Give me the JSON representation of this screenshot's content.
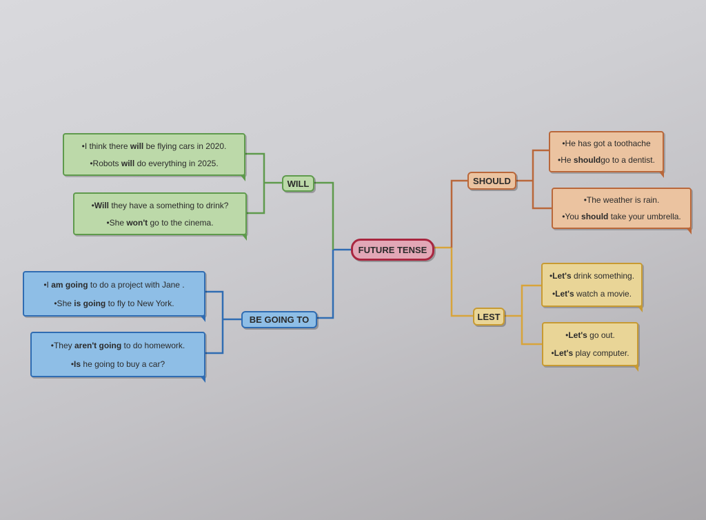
{
  "central": {
    "label": "FUTURE TENSE",
    "color": "#a8263f"
  },
  "branches": {
    "will": {
      "label": "WILL",
      "color": "#5e9a4c",
      "groups": [
        {
          "lines": [
            {
              "pre": "•I think there ",
              "bold": "will",
              "post": " be flying cars in 2020."
            },
            {
              "pre": "•Robots ",
              "bold": "will",
              "post": " do everything in 2025."
            }
          ]
        },
        {
          "lines": [
            {
              "pre": "•",
              "bold": "Will",
              "post": " they have a something to drink?"
            },
            {
              "pre": "•She ",
              "bold": "won't",
              "post": " go to the cinema."
            }
          ]
        }
      ]
    },
    "going": {
      "label": "BE GOING TO",
      "color": "#2f6cb2",
      "groups": [
        {
          "lines": [
            {
              "pre": "•I ",
              "bold": "am going",
              "post": " to do a project with Jane ."
            },
            {
              "pre": "•She ",
              "bold": "is going",
              "post": " to fly to New York."
            }
          ]
        },
        {
          "lines": [
            {
              "pre": "•They ",
              "bold": "aren't going",
              "post": " to do homework."
            },
            {
              "pre": "•",
              "bold": "Is",
              "post": " he going to buy a car?"
            }
          ]
        }
      ]
    },
    "should": {
      "label": "SHOULD",
      "color": "#b9673a",
      "groups": [
        {
          "lines": [
            {
              "pre": "•He has got a toothache",
              "bold": "",
              "post": ""
            },
            {
              "pre": "•He ",
              "bold": "should",
              "post": "go to a dentist."
            }
          ]
        },
        {
          "lines": [
            {
              "pre": "•The weather is rain.",
              "bold": "",
              "post": ""
            },
            {
              "pre": "•You ",
              "bold": "should",
              "post": " take your umbrella."
            }
          ]
        }
      ]
    },
    "lest": {
      "label": "LEST",
      "color": "#c79a32",
      "groups": [
        {
          "lines": [
            {
              "pre": "•",
              "bold": "Let's",
              "post": " drink something."
            },
            {
              "pre": "•",
              "bold": "Let's",
              "post": " watch a movie."
            }
          ]
        },
        {
          "lines": [
            {
              "pre": "•",
              "bold": "Let's",
              "post": " go out."
            },
            {
              "pre": "•",
              "bold": "Let's",
              "post": " play computer."
            }
          ]
        }
      ]
    }
  }
}
